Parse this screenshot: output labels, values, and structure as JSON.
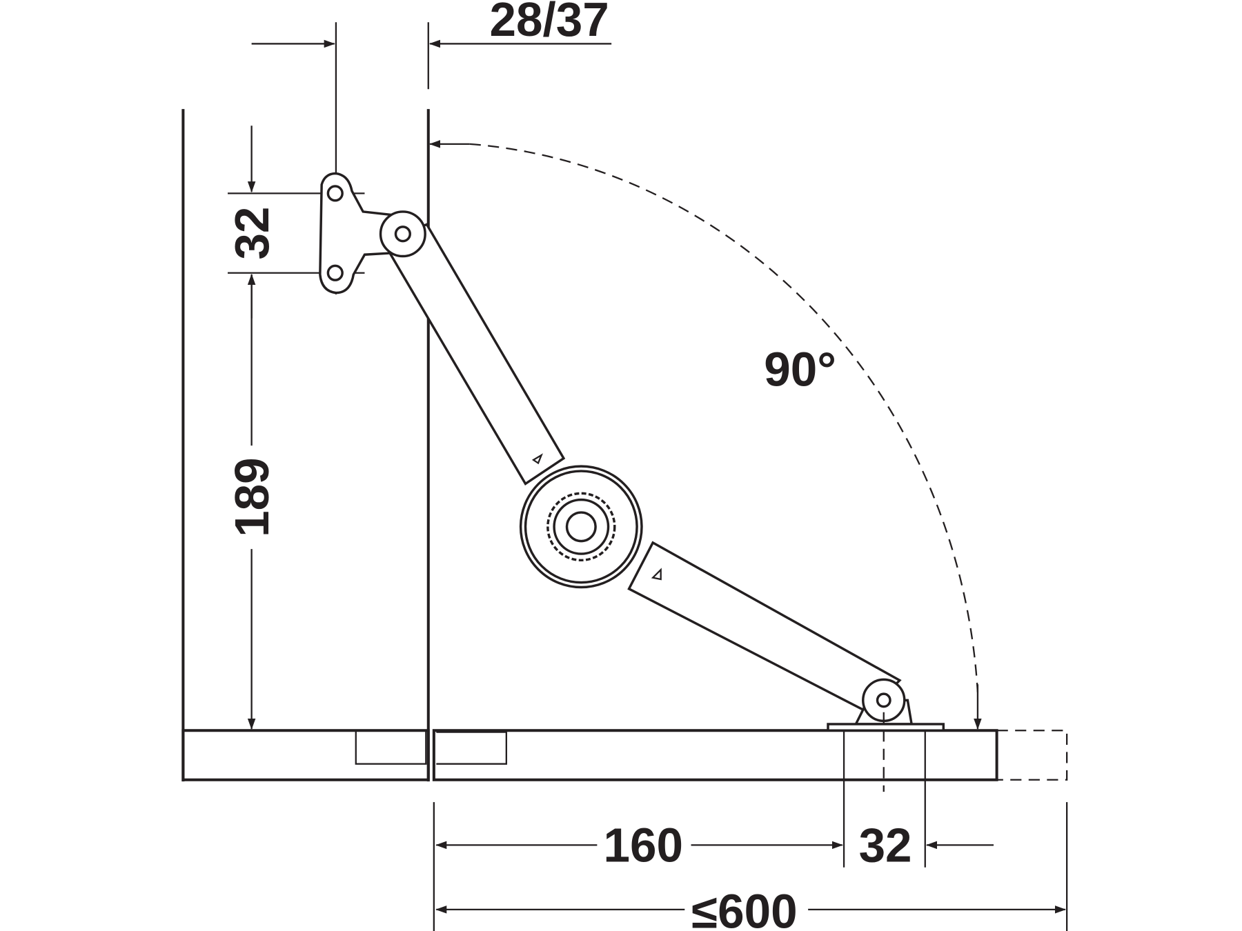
{
  "diagram": {
    "title": "Lift stay mounting dimensions",
    "dimensions": {
      "plate_offset": "28/37",
      "hole_spacing_vertical": "32",
      "height_to_bottom": "189",
      "opening_angle": "90°",
      "distance_from_hinge": "160",
      "hole_spacing_horizontal": "32",
      "max_depth": "≤600"
    },
    "line_color": "#231f20"
  }
}
